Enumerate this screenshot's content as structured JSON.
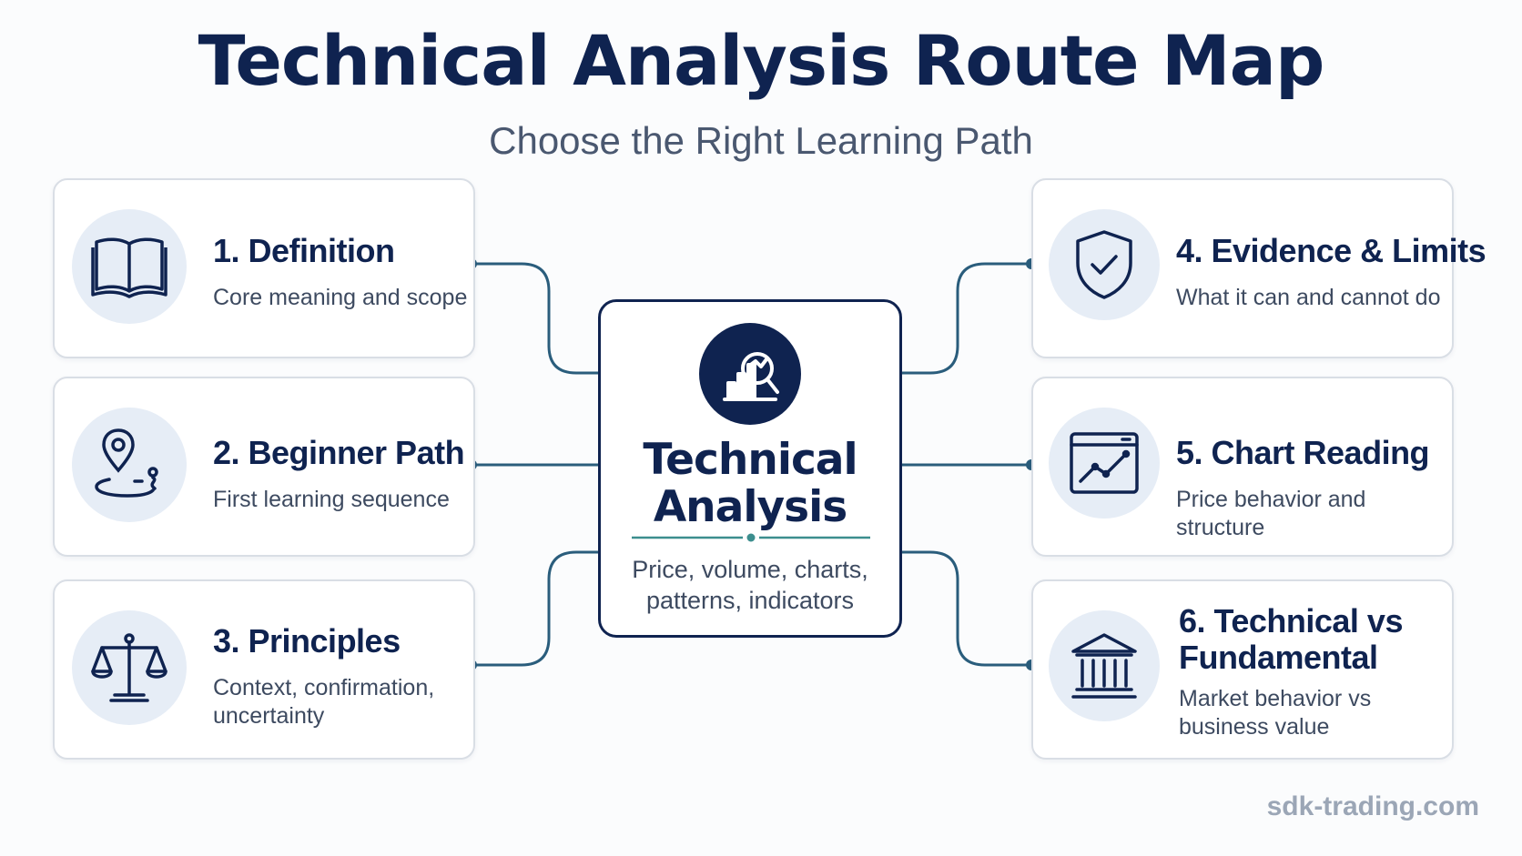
{
  "header": {
    "title": "Technical Analysis Route Map",
    "subtitle": "Choose the Right Learning Path"
  },
  "center": {
    "title": "Technical\nAnalysis",
    "description": "Price, volume, charts,\npatterns, indicators",
    "icon": "chart-magnifier-icon"
  },
  "topics": [
    {
      "title": "1. Definition",
      "description": "Core meaning and scope",
      "icon": "open-book-icon"
    },
    {
      "title": "2. Beginner Path",
      "description": "First learning sequence",
      "icon": "map-pin-path-icon"
    },
    {
      "title": "3. Principles",
      "description": "Context, confirmation,\nuncertainty",
      "icon": "balance-scale-icon"
    },
    {
      "title": "4. Evidence & Limits",
      "description": "What it can and cannot do",
      "icon": "shield-check-icon"
    },
    {
      "title": "5. Chart Reading",
      "description": "Price behavior and structure",
      "icon": "line-chart-window-icon"
    },
    {
      "title": "6. Technical vs\nFundamental",
      "description": "Market behavior vs\nbusiness value",
      "icon": "bank-building-icon"
    }
  ],
  "footer": {
    "site": "sdk-trading.com"
  },
  "colors": {
    "navy": "#0f2350",
    "connector": "#2a5d7c",
    "accent": "#3c8e8e",
    "icon_bg": "#e6edf6"
  }
}
